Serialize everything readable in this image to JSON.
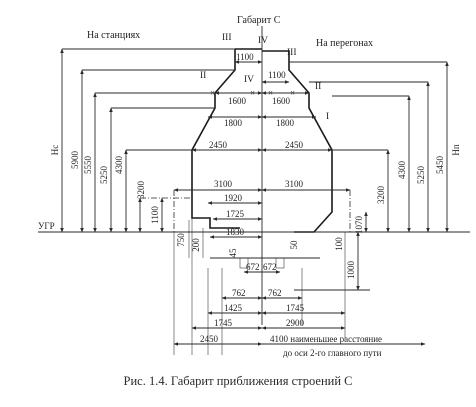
{
  "figure": {
    "title": "Габарит С",
    "left_label": "На станциях",
    "right_label": "На перегонах",
    "ugr_label": "УГР",
    "hs_label": "Нс",
    "hp_label": "Нп",
    "zone_labels": [
      "III",
      "IV",
      "III",
      "II",
      "IV",
      "II",
      "I"
    ],
    "top_widths": [
      "1100",
      "1100",
      "1600",
      "1600",
      "1800",
      "1800",
      "2450",
      "2450",
      "3100",
      "3100"
    ],
    "inner_widths": [
      "1920",
      "1725",
      "1830"
    ],
    "small_dims": [
      "45",
      "200",
      "750",
      "50",
      "100",
      "672",
      "672"
    ],
    "left_heights": [
      "5900",
      "5550",
      "5250",
      "4300",
      "3200",
      "1100"
    ],
    "right_heights": [
      "3200",
      "4300",
      "5250",
      "5450",
      "1070"
    ],
    "below_heights": [
      "1000"
    ],
    "bottom_widths": [
      "762",
      "762",
      "1425",
      "1745",
      "1745",
      "2900",
      "2450"
    ],
    "note_line1": "4100 наименьшее расстояние",
    "note_line2": "до оси 2-го главного пути",
    "caption": "Рис. 1.4. Габарит приближения строений С"
  }
}
